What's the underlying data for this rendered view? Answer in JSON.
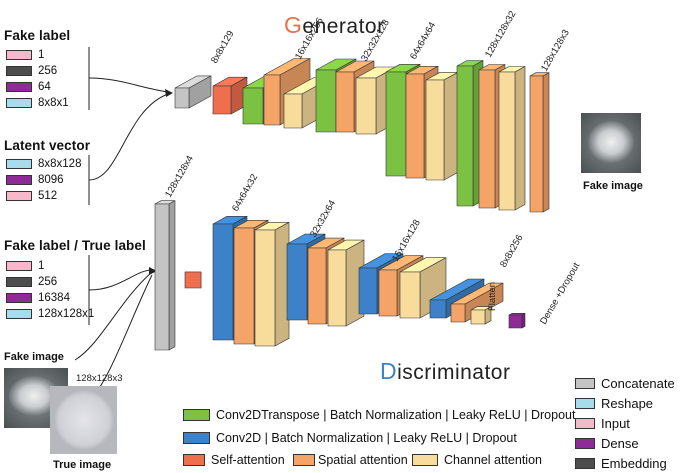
{
  "colors": {
    "concatenate": "#c4c4c4",
    "reshape": "#a6dcec",
    "input": "#f7b8cc",
    "dense": "#8e2b96",
    "embedding": "#4d4d4d",
    "conv2d_transpose": "#7cc242",
    "conv2d": "#3d82c8",
    "self_attention": "#ee6e4e",
    "spatial_attention": "#f5a468",
    "channel_attention": "#f8dc9c"
  },
  "generator": {
    "title_first": "G",
    "title_rest": "enerator",
    "shapes": [
      "8x8x129",
      "16x16x256",
      "32x32x128",
      "64x64x64",
      "128x128x32",
      "128x128x3"
    ]
  },
  "discriminator": {
    "title_first": "D",
    "title_rest": "iscriminator",
    "shapes": [
      "128x128x4",
      "64x64x32",
      "32x32x64",
      "16x16x128",
      "8x8x256"
    ],
    "flatten_label": "Flatten",
    "dense_label": "Dense +Dropout"
  },
  "fake_label_group": {
    "title": "Fake label",
    "items": [
      {
        "label": "1",
        "color": "input"
      },
      {
        "label": "256",
        "color": "embedding"
      },
      {
        "label": "64",
        "color": "dense"
      },
      {
        "label": "8x8x1",
        "color": "reshape"
      }
    ]
  },
  "latent_group": {
    "title": "Latent vector",
    "items": [
      {
        "label": "8x8x128",
        "color": "reshape"
      },
      {
        "label": "8096",
        "color": "dense"
      },
      {
        "label": "512",
        "color": "input"
      }
    ]
  },
  "disc_label_group": {
    "title": "Fake label / True label",
    "items": [
      {
        "label": "1",
        "color": "input"
      },
      {
        "label": "256",
        "color": "embedding"
      },
      {
        "label": "16384",
        "color": "dense"
      },
      {
        "label": "128x128x1",
        "color": "reshape"
      }
    ]
  },
  "images": {
    "fake_top_caption": "Fake image",
    "fake_bottom_caption": "Fake image",
    "true_caption": "True image",
    "input_shape": "128x128x3"
  },
  "legend_layers": {
    "conv2d_transpose": "Conv2DTranspose | Batch Normalization | Leaky ReLU | Dropout",
    "conv2d": "Conv2D | Batch Normalization | Leaky ReLU | Dropout",
    "self_attention": "Self-attention",
    "spatial_attention": "Spatial attention",
    "channel_attention": "Channel attention"
  },
  "legend_ops": [
    {
      "label": "Concatenate",
      "color": "concatenate"
    },
    {
      "label": "Reshape",
      "color": "reshape"
    },
    {
      "label": "Input",
      "color": "input"
    },
    {
      "label": "Dense",
      "color": "dense"
    },
    {
      "label": "Embedding",
      "color": "embedding"
    }
  ]
}
